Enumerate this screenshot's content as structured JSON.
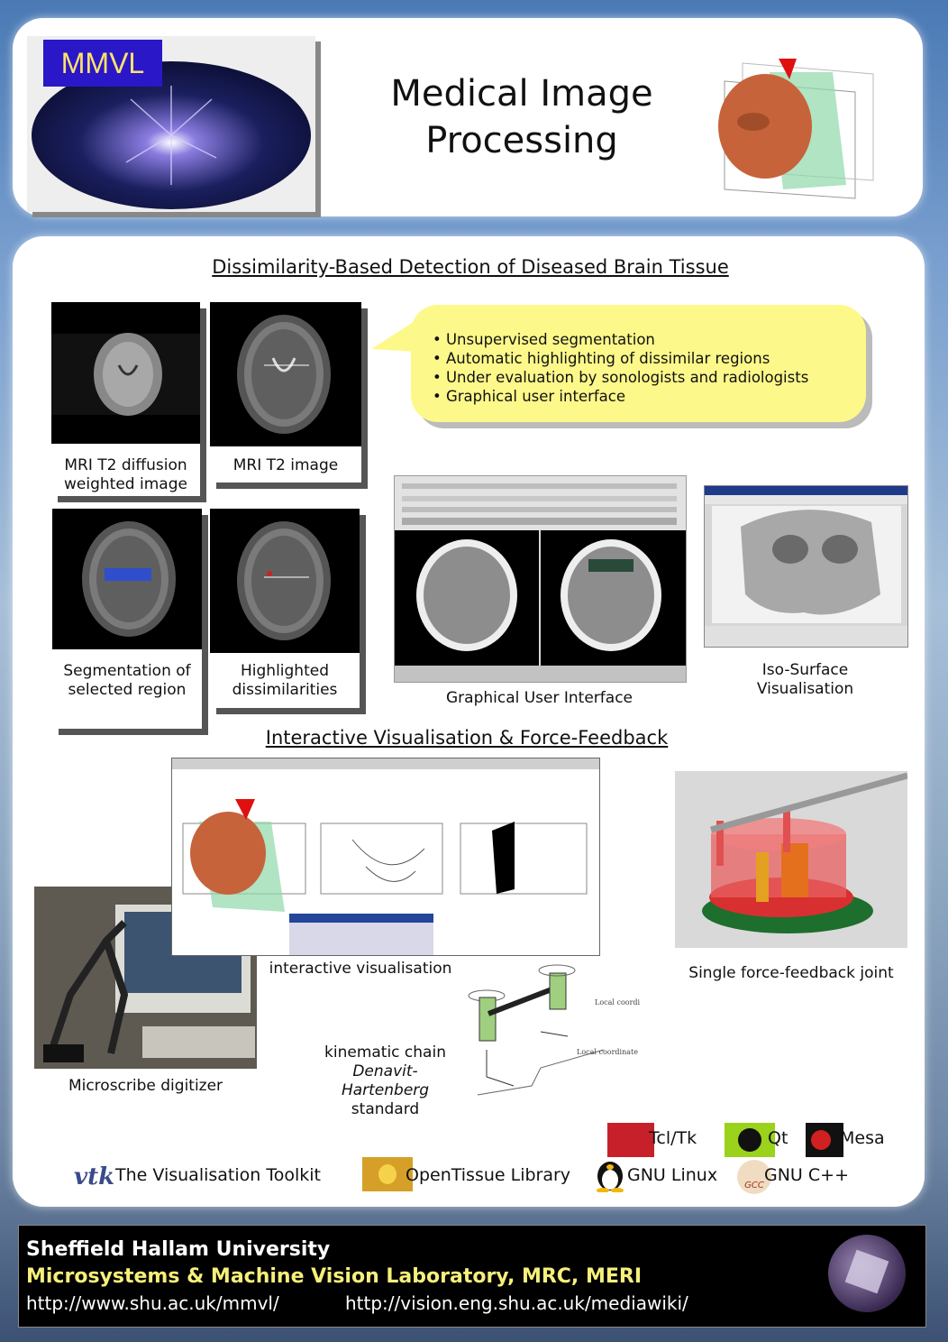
{
  "header": {
    "logo_text": "MMVL",
    "title_line1": "Medical Image",
    "title_line2": "Processing"
  },
  "section1": {
    "heading": "Dissimilarity-Based Detection of Diseased Brain Tissue",
    "bullets": [
      "Unsupervised segmentation",
      "Automatic highlighting of dissimilar regions",
      "Under evaluation by sonologists and radiologists",
      "Graphical user interface"
    ],
    "captions": {
      "diffusion_line1": "MRI T2 diffusion",
      "diffusion_line2": "weighted image",
      "t2": "MRI T2 image",
      "segmentation_line1": "Segmentation of",
      "segmentation_line2": "selected region",
      "highlighted_line1": "Highlighted",
      "highlighted_line2": "dissimilarities",
      "gui": "Graphical User Interface",
      "iso_line1": "Iso-Surface",
      "iso_line2": "Visualisation"
    }
  },
  "section2": {
    "heading": "Interactive Visualisation & Force-Feedback",
    "captions": {
      "interactive": "interactive visualisation",
      "joint": "Single force-feedback joint",
      "microscribe": "Microscribe digitizer",
      "kin_line1": "kinematic chain",
      "kin_line2": "Denavit-",
      "kin_line3": "Hartenberg",
      "kin_line4": "standard"
    }
  },
  "tools": {
    "tcl": "Tcl/Tk",
    "qt": "Qt",
    "mesa": "Mesa",
    "vtk": "The Visualisation Toolkit",
    "opentissue": "OpenTissue Library",
    "linux": "GNU Linux",
    "gcc": "GNU C++"
  },
  "footer": {
    "university": "Sheffield Hallam University",
    "lab": "Microsystems & Machine Vision Laboratory, MRC, MERI",
    "url1": "http://www.shu.ac.uk/mmvl/",
    "url2": "http://vision.eng.shu.ac.uk/mediawiki/"
  }
}
